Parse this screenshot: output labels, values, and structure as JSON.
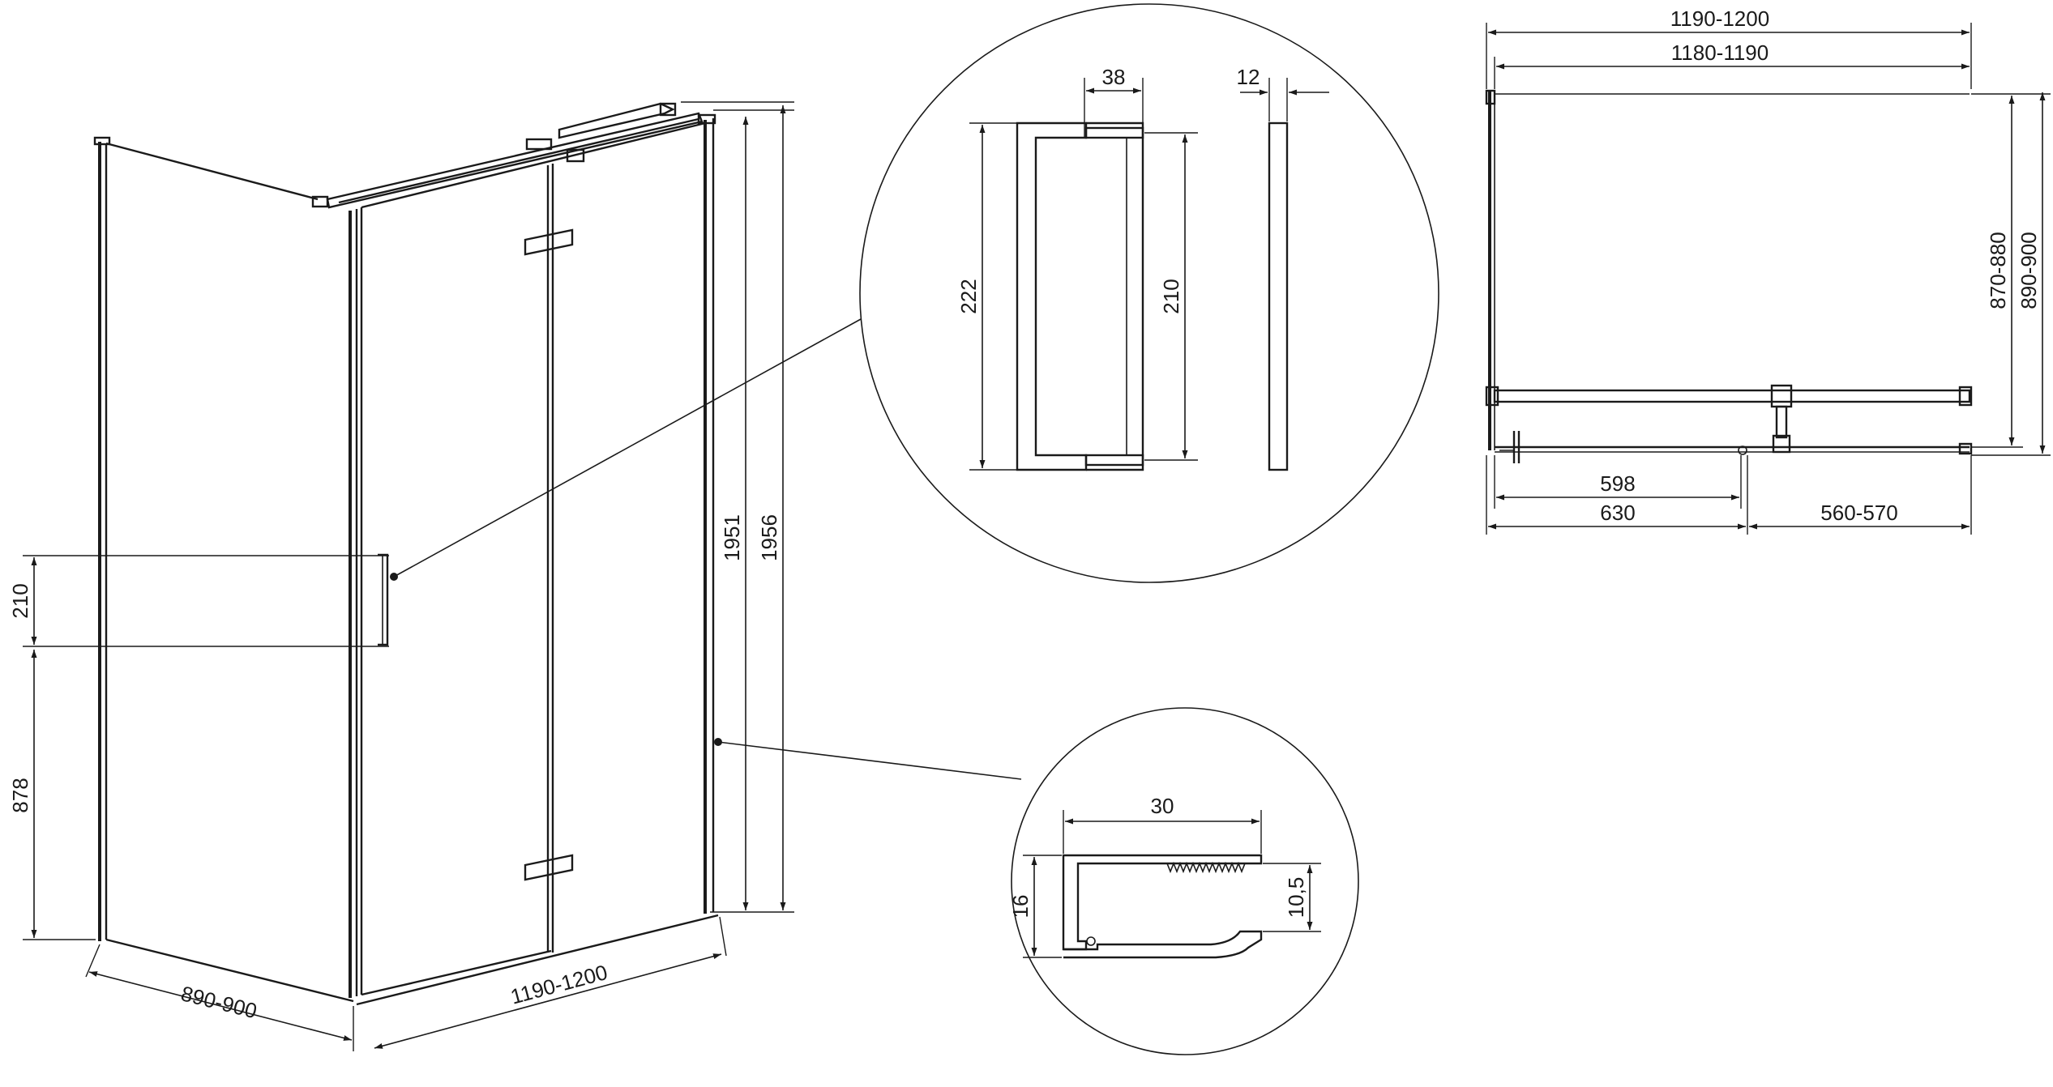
{
  "diagram": {
    "perspective": {
      "dim_handle_height": "210",
      "dim_handle_floor": "878",
      "dim_depth": "890-900",
      "dim_width": "1190-1200",
      "dim_height_inner": "1951",
      "dim_height_outer": "1956"
    },
    "handle_detail": {
      "dim_width": "38",
      "dim_thickness": "12",
      "dim_overall": "222",
      "dim_centers": "210"
    },
    "profile_detail": {
      "dim_width": "30",
      "dim_height": "16",
      "dim_inner": "10,5"
    },
    "plan_view": {
      "dim_outer_width": "1190-1200",
      "dim_inner_width": "1180-1190",
      "dim_depth_inner": "870-880",
      "dim_depth_outer": "890-900",
      "dim_door_clear": "598",
      "dim_door": "630",
      "dim_fixed": "560-570"
    }
  }
}
